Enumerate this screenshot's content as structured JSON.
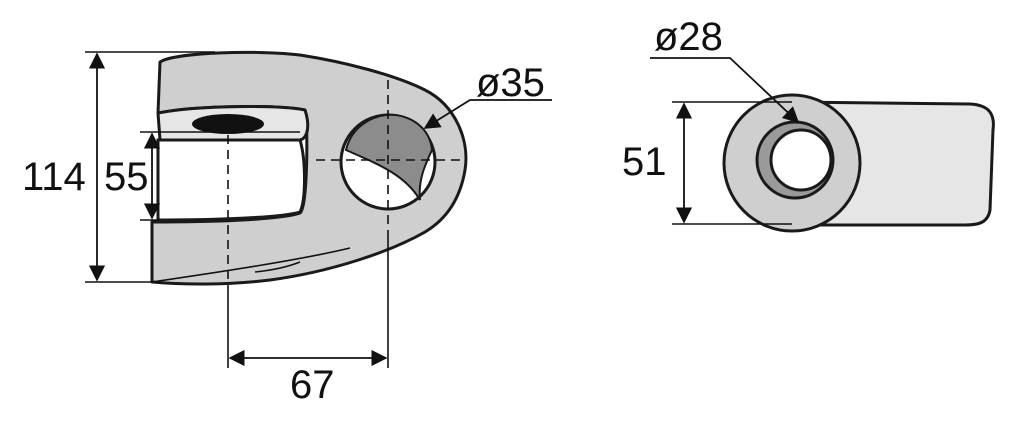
{
  "diagram": {
    "dimensions": {
      "overall_height": "114",
      "slot_height": "55",
      "hole_diameter": "ø35",
      "pin_distance": "67",
      "inner_diameter": "ø28",
      "end_height": "51"
    }
  }
}
